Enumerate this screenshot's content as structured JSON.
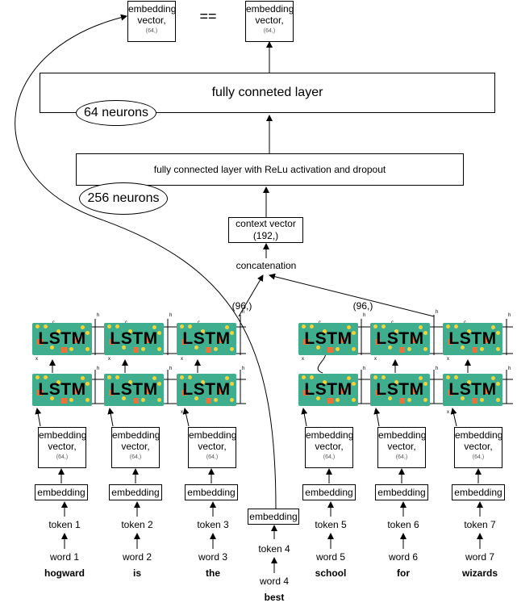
{
  "output": {
    "left_vector": {
      "label": "embedding vector,",
      "shape": "(64,)"
    },
    "equality": "==",
    "right_vector": {
      "label": "embedding vector,",
      "shape": "(64,)"
    }
  },
  "fc_top": {
    "label": "fully conneted layer",
    "neurons": "64 neurons"
  },
  "fc_mid": {
    "label": "fully connected layer with ReLu activation and dropout",
    "neurons": "256 neurons"
  },
  "context": {
    "label": "context vector",
    "shape": "(192,)"
  },
  "concatenation": "concatenation",
  "branch_shape_left": "(96,)",
  "branch_shape_right": "(96,)",
  "lstm_label": "LSTM",
  "columns": [
    {
      "vec_label": "embedding vector,",
      "vec_shape": "(64,)",
      "emb": "embedding",
      "token": "token 1",
      "word": "word 1",
      "text": "hogward"
    },
    {
      "vec_label": "embedding vector,",
      "vec_shape": "(64,)",
      "emb": "embedding",
      "token": "token 2",
      "word": "word 2",
      "text": "is"
    },
    {
      "vec_label": "embedding vector,",
      "vec_shape": "(64,)",
      "emb": "embedding",
      "token": "token 3",
      "word": "word 3",
      "text": "the"
    },
    {
      "vec_label": "embedding vector,",
      "vec_shape": "(64,)",
      "emb": "embedding",
      "token": "token 5",
      "word": "word 5",
      "text": "school"
    },
    {
      "vec_label": "embedding vector,",
      "vec_shape": "(64,)",
      "emb": "embedding",
      "token": "token 6",
      "word": "word 6",
      "text": "for"
    },
    {
      "vec_label": "embedding vector,",
      "vec_shape": "(64,)",
      "emb": "embedding",
      "token": "token 7",
      "word": "word 7",
      "text": "wizards"
    }
  ],
  "target": {
    "emb": "embedding",
    "token": "token 4",
    "word": "word 4",
    "text": "best"
  },
  "colors": {
    "lstm_fill": "#3fae8e",
    "gate_dot": "#f5d237",
    "gate_square": "#e8733c"
  }
}
